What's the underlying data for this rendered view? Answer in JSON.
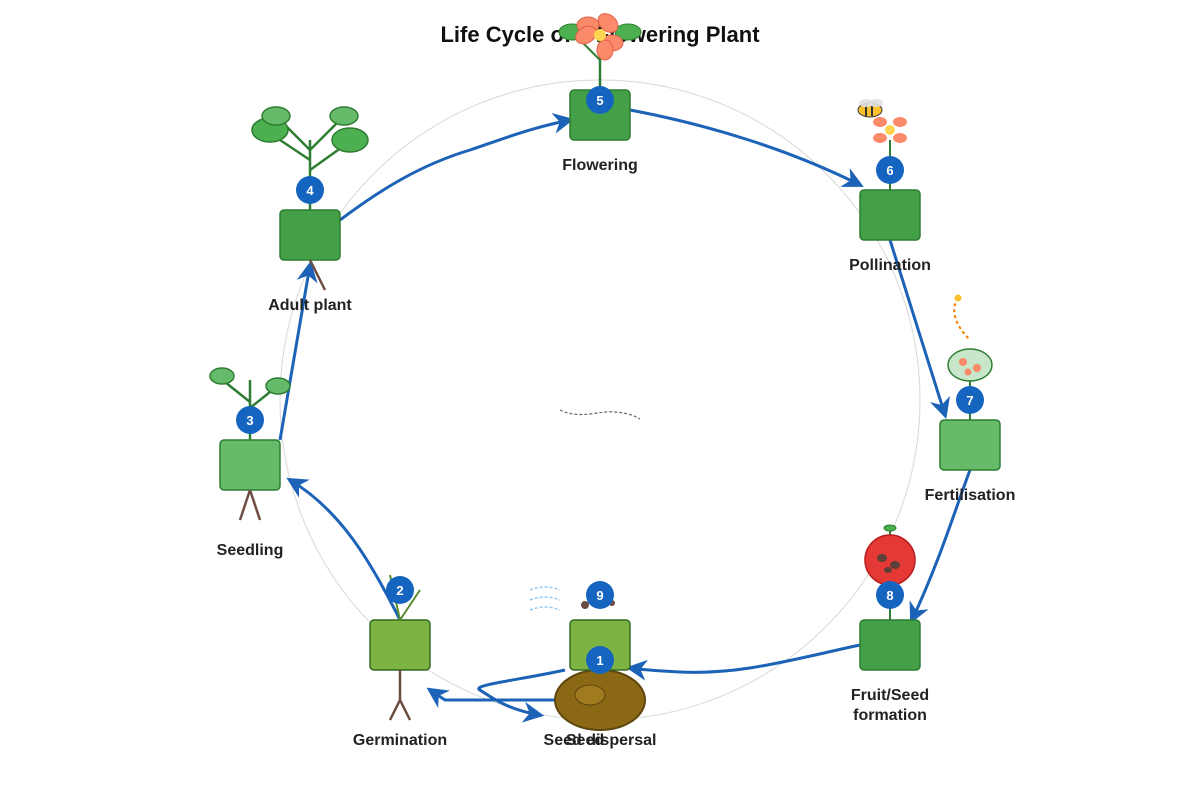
{
  "title": "Life Cycle of a Flowering Plant",
  "colors": {
    "arrow": "#1c63b7",
    "badge": "#1565c0",
    "box_dark": "#43a047",
    "box_light": "#66bb6a",
    "box_olive": "#7cb342",
    "seed": "#8b6914",
    "root": "#6d4c41",
    "petal": "#fa8a6a",
    "fruit": "#e53935"
  },
  "stages": [
    {
      "number": "1",
      "label": "Seed"
    },
    {
      "number": "2",
      "label": "Germination"
    },
    {
      "number": "3",
      "label": "Seedling"
    },
    {
      "number": "4",
      "label": "Adult plant"
    },
    {
      "number": "5",
      "label": "Flowering"
    },
    {
      "number": "6",
      "label": "Pollination"
    },
    {
      "number": "7",
      "label": "Fertilisation"
    },
    {
      "number": "8",
      "label": "Fruit/Seed",
      "label2": "formation"
    },
    {
      "number": "9",
      "label": "Seed dispersal"
    }
  ]
}
